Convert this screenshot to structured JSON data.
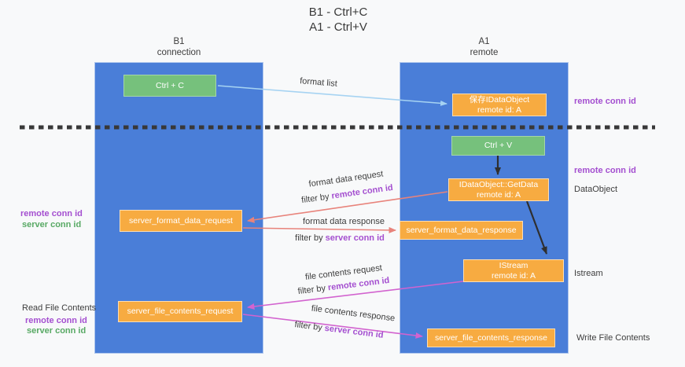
{
  "title": {
    "line1": "B1 - Ctrl+C",
    "line2": "A1 - Ctrl+V"
  },
  "lanes": {
    "left": {
      "title": "B1",
      "subtitle": "connection"
    },
    "right": {
      "title": "A1",
      "subtitle": "remote"
    }
  },
  "nodes": {
    "ctrl_c": {
      "label": "Ctrl + C"
    },
    "ctrl_v": {
      "label": "Ctrl + V"
    },
    "save_dataobject": {
      "line1": "保存IDataObject",
      "line2": "remote id: A"
    },
    "getdata": {
      "line1": "IDataObject::GetData",
      "line2": "remote id: A"
    },
    "istream": {
      "line1": "IStream",
      "line2": "remote id: A"
    },
    "server_format_data_request": {
      "label": "server_format_data_request"
    },
    "server_format_data_response": {
      "label": "server_format_data_response"
    },
    "server_file_contents_request": {
      "label": "server_file_contents_request"
    },
    "server_file_contents_response": {
      "label": "server_file_contents_response"
    }
  },
  "edges": {
    "format_list": {
      "label": "format list"
    },
    "format_data_request": {
      "label": "format data request",
      "filter_prefix": "filter by ",
      "filter_key": "remote conn id"
    },
    "format_data_response": {
      "label": "format data response",
      "filter_prefix": "filter by ",
      "filter_key": "server conn id"
    },
    "file_contents_request": {
      "label": "file contents request",
      "filter_prefix": "filter by ",
      "filter_key": "remote conn id"
    },
    "file_contents_response": {
      "label": "file contents response",
      "filter_prefix": "filter by ",
      "filter_key": "server conn id"
    }
  },
  "annotations": {
    "right_remote_conn_id_top": "remote conn id",
    "right_remote_conn_id_mid": "remote conn id",
    "dataobject": "DataObject",
    "istream": "Istream",
    "write_file_contents": "Write File Contents",
    "left_remote_conn_id_1": "remote conn id",
    "left_server_conn_id_1": "server conn id",
    "read_file_contents": "Read File Contents",
    "left_remote_conn_id_2": "remote conn id",
    "left_server_conn_id_2": "server conn id"
  },
  "colors": {
    "lane_blue": "#4a7ed8",
    "node_green": "#76c17c",
    "node_orange": "#f7ab41",
    "arrow_lightblue": "#a6d3f2",
    "arrow_salmon": "#e8837b",
    "arrow_magenta": "#d263cf",
    "arrow_black": "#2f2f2f",
    "label_purple": "#a44fd0",
    "label_green": "#58a964",
    "text_dark": "#3d3d3d",
    "background": "#f8f9fa"
  }
}
